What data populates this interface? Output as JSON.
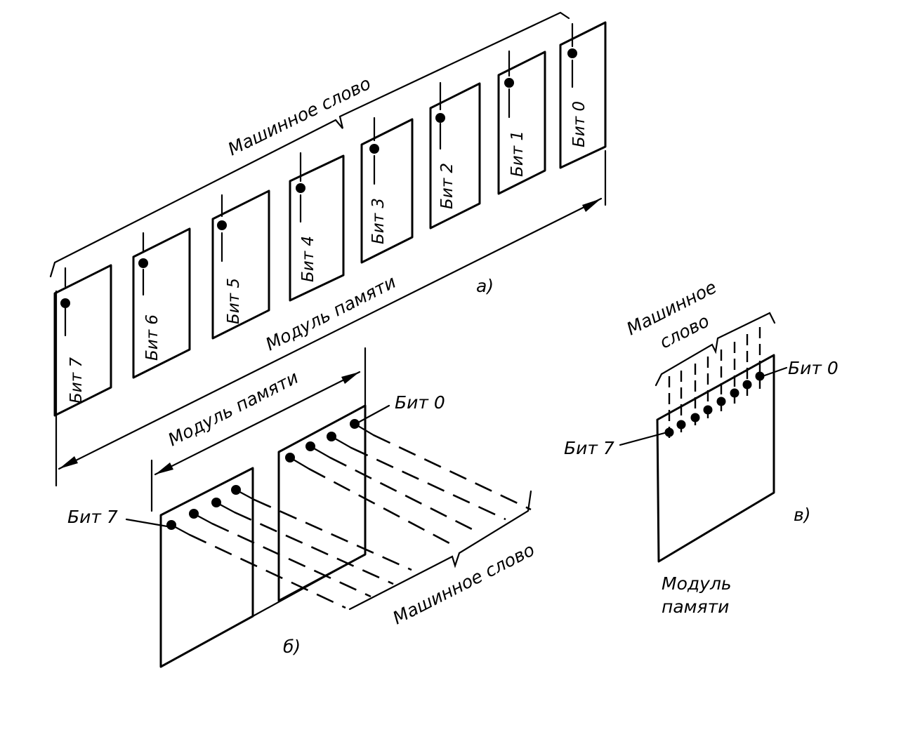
{
  "panel_a": {
    "bits": [
      "Бит 7",
      "Бит 6",
      "Бит 5",
      "Бит 4",
      "Бит 3",
      "Бит 2",
      "Бит 1",
      "Бит 0"
    ],
    "word_label": "Машинное слово",
    "module_label": "Модуль памяти",
    "caption": "а)"
  },
  "panel_b": {
    "module_label": "Модуль памяти",
    "word_label": "Машинное слово",
    "bit_first": "Бит 0",
    "bit_last": "Бит 7",
    "caption": "б)"
  },
  "panel_c": {
    "word_label_line1": "Машинное",
    "word_label_line2": "слово",
    "bit_first": "Бит 0",
    "bit_last": "Бит 7",
    "module_label_line1": "Модуль",
    "module_label_line2": "памяти",
    "caption": "в)"
  }
}
